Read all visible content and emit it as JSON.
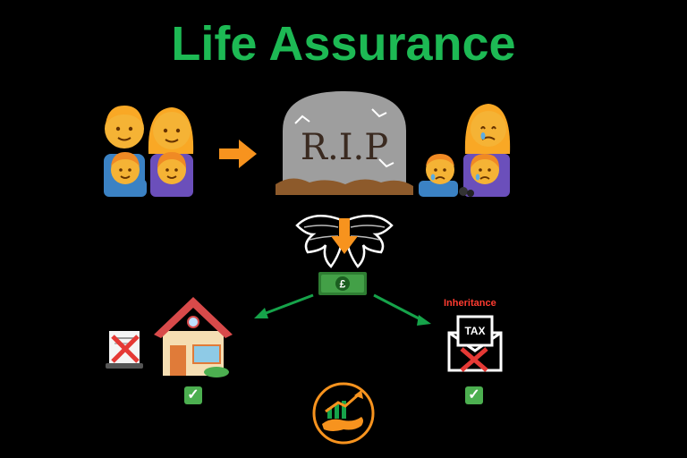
{
  "title": "Life Assurance",
  "tombstone_text": "R.I.P",
  "inheritance_label": "Inheritance",
  "tax_label": "TAX",
  "money_symbol": "£",
  "check_mark": "✓",
  "colors": {
    "background": "#000000",
    "title": "#1db954",
    "arrow_orange": "#f7931e",
    "arrow_green": "#16a34a",
    "red_cross": "#e53935",
    "check_bg": "#4caf50",
    "inheritance_text": "#ff3b30",
    "skin": "#f5b335",
    "hair": "#f9a825"
  },
  "icons": [
    "family-icon",
    "right-arrow-icon",
    "tombstone-icon",
    "grieving-family-icon",
    "angel-wings-icon",
    "down-arrow-icon",
    "banknote-icon",
    "house-icon",
    "mortgage-document-icon",
    "tax-envelope-icon",
    "red-cross-icon",
    "check-icon",
    "bull-logo-icon"
  ]
}
